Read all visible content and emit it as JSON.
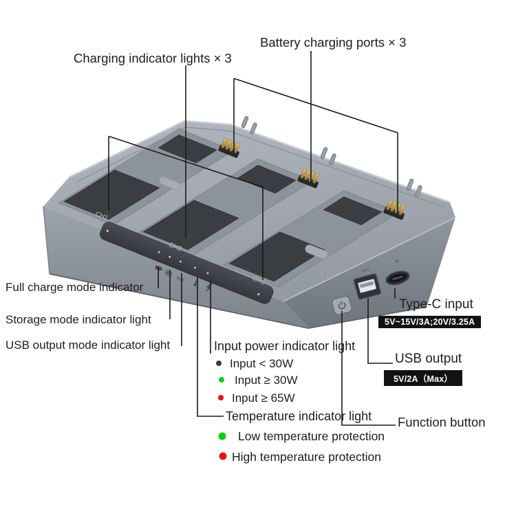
{
  "callouts": {
    "charging_lights": {
      "label": "Charging indicator lights × 3"
    },
    "battery_ports": {
      "label": "Battery charging ports × 3"
    },
    "full_charge": {
      "label": "Full charge mode indicator"
    },
    "storage": {
      "label": "Storage mode indicator light"
    },
    "usb_mode": {
      "label": "USB output mode indicator light"
    },
    "input_power": {
      "label": "Input power indicator light",
      "items": [
        {
          "color": "#3a3a3a",
          "text": "Input < 30W"
        },
        {
          "color": "#0ccf0c",
          "text": "Input ≥ 30W"
        },
        {
          "color": "#ee1111",
          "text": "Input ≥ 65W"
        }
      ]
    },
    "temperature": {
      "label": "Temperature indicator light",
      "items": [
        {
          "color": "#0ccf0c",
          "text": "Low temperature protection"
        },
        {
          "color": "#ee1111",
          "text": "High temperature protection"
        }
      ]
    },
    "typec_input": {
      "label": "Type-C input",
      "badge": "5V~15V/3A;20V/3.25A"
    },
    "usb_output": {
      "label": "USB output",
      "badge": "5V/2A（Max）"
    },
    "function_button": {
      "label": "Function button"
    }
  },
  "device": {
    "channels": [
      "CH1",
      "CH2",
      "CH3"
    ],
    "panel_mode_label": "OUT",
    "usb_port_label": "OUT",
    "typec_port_label": "IN",
    "panel_icons": [
      "battery-full-icon",
      "battery-storage-icon",
      "usb-out-mode-label",
      "thermometer-icon",
      "lightning-icon"
    ],
    "body_color": "#9aa0a8",
    "strip_color": "#3e4146",
    "pin_color": "#c9a24a"
  }
}
